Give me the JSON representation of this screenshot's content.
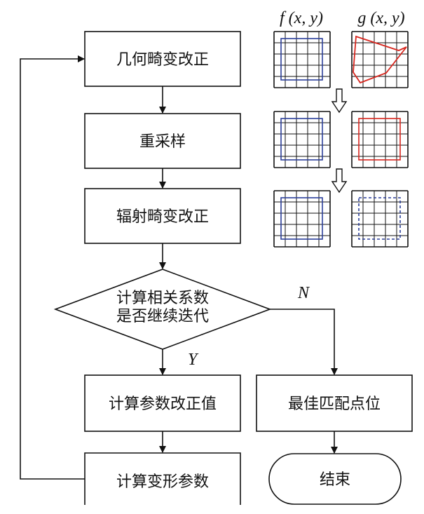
{
  "steps": {
    "geometric_correction": "几何畸变改正",
    "resample": "重采样",
    "radiometric_correction": "辐射畸变改正",
    "decision_line1": "计算相关系数",
    "decision_line2": "是否继续迭代",
    "compute_param_correction": "计算参数改正值",
    "compute_deform_params": "计算变形参数",
    "best_match_position": "最佳匹配点位",
    "end": "结束"
  },
  "branches": {
    "yes": "Y",
    "no": "N"
  },
  "image_labels": {
    "f": "f (x, y)",
    "g": "g (x, y)"
  },
  "colors": {
    "f_window": "#2b3f9a",
    "g_window": "#d7261e",
    "lines": "#111111"
  }
}
